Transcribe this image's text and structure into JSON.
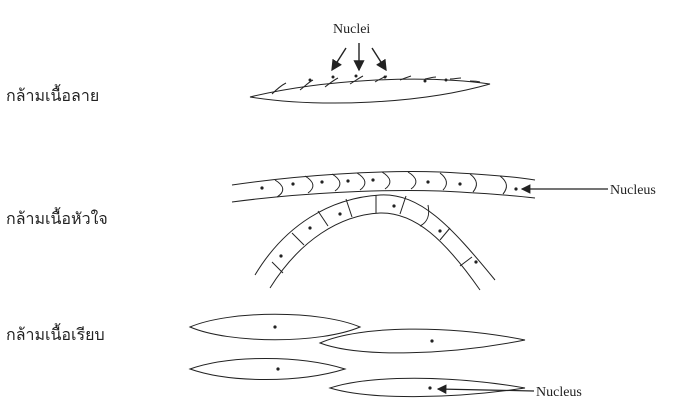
{
  "rows": {
    "skeletal": {
      "label": "กล้ามเนื้อลาย"
    },
    "cardiac": {
      "label": "กล้ามเนื้อหัวใจ"
    },
    "smooth": {
      "label": "กล้ามเนื้อเรียบ"
    }
  },
  "annotations": {
    "skeletal_nuclei": "Nuclei",
    "cardiac_nucleus": "Nucleus",
    "smooth_nucleus": "Nucleus"
  },
  "colors": {
    "stroke": "#222222"
  }
}
